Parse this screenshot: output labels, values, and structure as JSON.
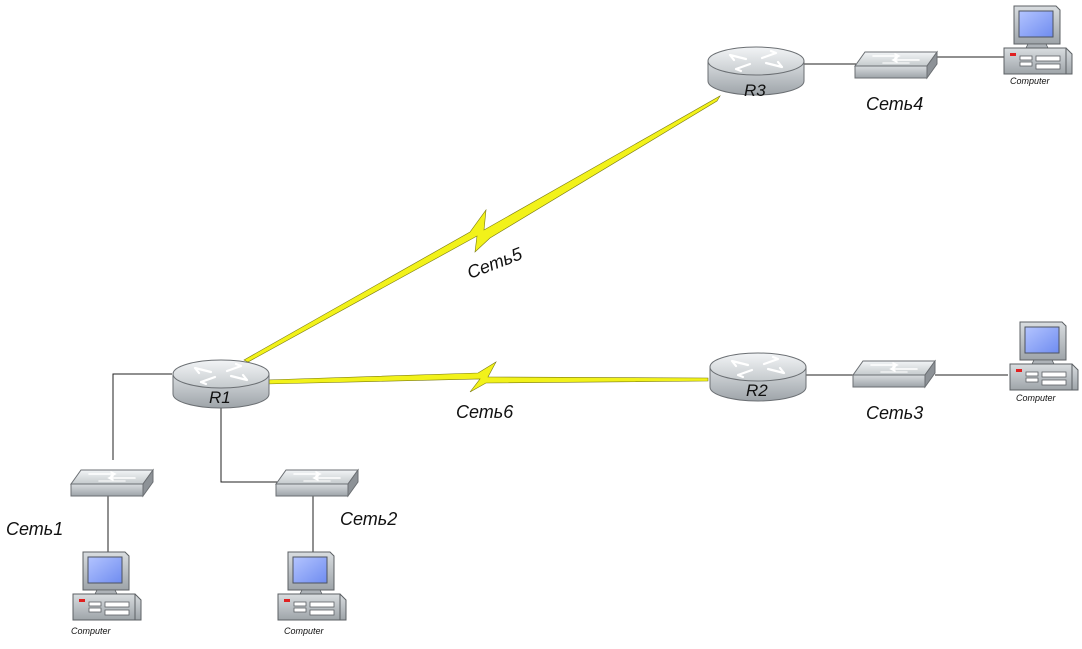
{
  "colors": {
    "wire": "#222222",
    "serial": "#f2f21a",
    "serial_edge": "#7a7a10",
    "device_body": "#c8ccd0",
    "device_top": "#e2e5e8",
    "device_edge": "#6b6f73",
    "screen": "#8fa8ff"
  },
  "routers": [
    {
      "id": "R1",
      "label": "R1"
    },
    {
      "id": "R2",
      "label": "R2"
    },
    {
      "id": "R3",
      "label": "R3"
    }
  ],
  "switches": [
    {
      "id": "SW1"
    },
    {
      "id": "SW2"
    },
    {
      "id": "SW3"
    },
    {
      "id": "SW4"
    }
  ],
  "computers": [
    {
      "id": "PC1",
      "label": "Computer"
    },
    {
      "id": "PC2",
      "label": "Computer"
    },
    {
      "id": "PC3",
      "label": "Computer"
    },
    {
      "id": "PC4",
      "label": "Computer"
    }
  ],
  "networks": [
    {
      "id": "net1",
      "label": "Сеть1"
    },
    {
      "id": "net2",
      "label": "Сеть2"
    },
    {
      "id": "net3",
      "label": "Сеть3"
    },
    {
      "id": "net4",
      "label": "Сеть4"
    },
    {
      "id": "net5",
      "label": "Сеть5"
    },
    {
      "id": "net6",
      "label": "Сеть6"
    }
  ]
}
